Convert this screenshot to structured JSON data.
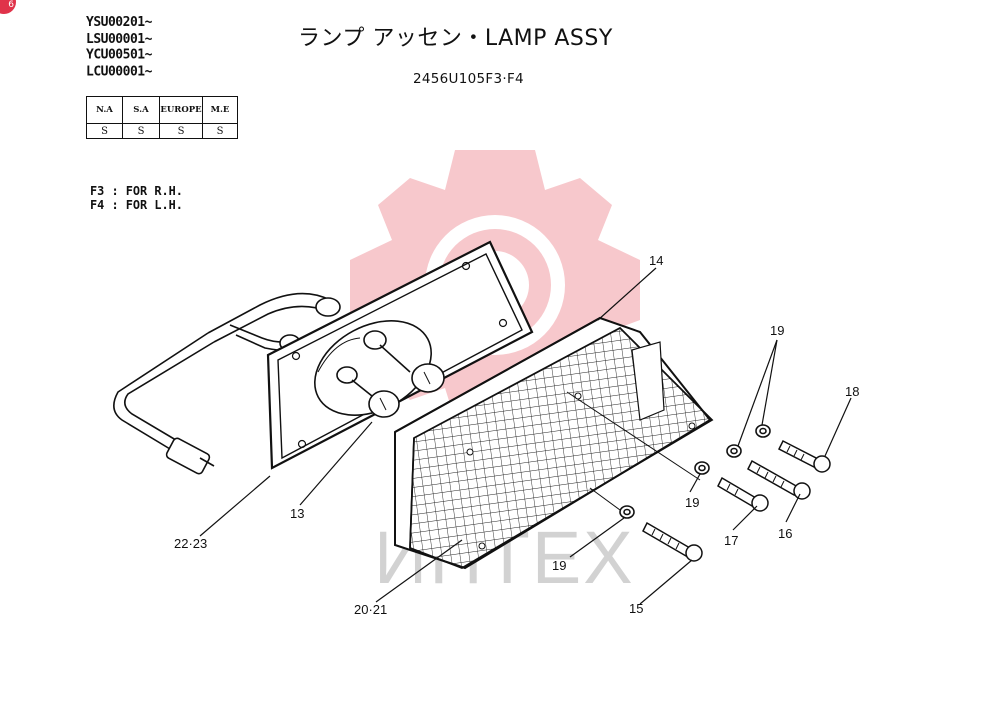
{
  "corner_badge": "6",
  "serials": [
    "YSU00201~",
    "LSU00001~",
    "YCU00501~",
    "LCU00001~"
  ],
  "title": "ランプ アッセン・LAMP ASSY",
  "part_number": "2456U105F3·F4",
  "market_table": {
    "headers": [
      "N.A",
      "S.A",
      "EUROPE",
      "M.E"
    ],
    "values": [
      "S",
      "S",
      "S",
      "S"
    ]
  },
  "notes": [
    "F3 : FOR R.H.",
    "F4 : FOR L.H."
  ],
  "callouts": {
    "c14": "14",
    "c19a": "19",
    "c18": "18",
    "c19b": "19",
    "c16": "16",
    "c17": "17",
    "c19c": "19",
    "c15": "15",
    "c13": "13",
    "c22_23": "22·23",
    "c20_21": "20·21"
  },
  "watermark": {
    "text": "ИНТЕХ",
    "gear_color": "#f7c8cc",
    "text_color": "#d2d2d2"
  }
}
